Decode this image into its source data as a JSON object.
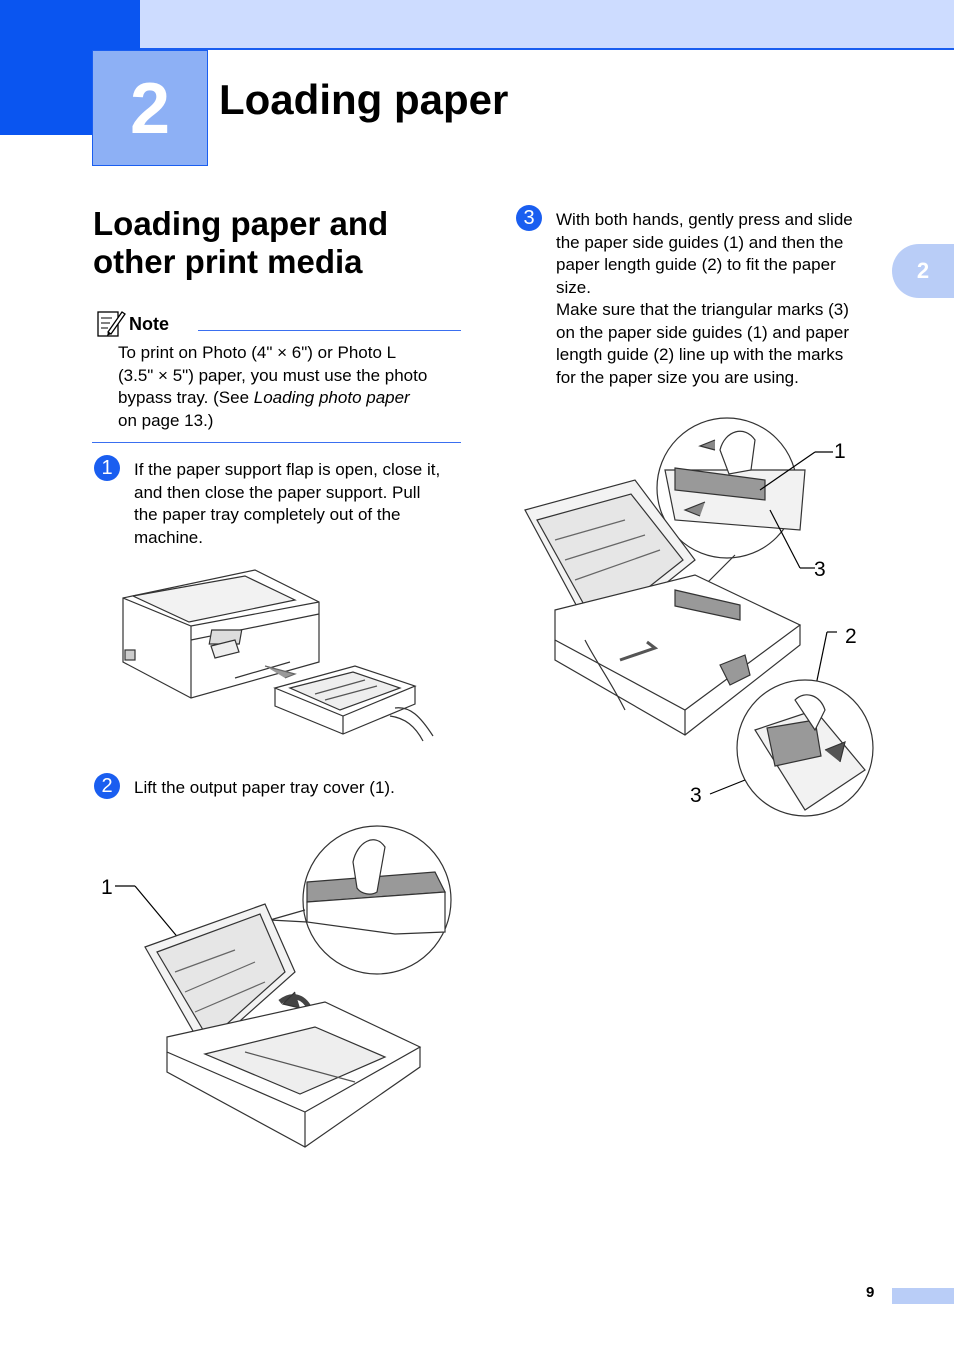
{
  "chapter": {
    "number": "2",
    "title": "Loading paper"
  },
  "side_tab": "2",
  "section": {
    "title": "Loading paper and other print media"
  },
  "note": {
    "label": "Note",
    "line1": "To print on Photo (4\" × 6\") or Photo L",
    "line2": "(3.5\" × 5\") paper, you must use the photo",
    "line3_pre": "bypass tray. (See ",
    "line3_italic": "Loading photo paper",
    "line4": "on page 13.)"
  },
  "steps": [
    {
      "number": "1",
      "lines": [
        "If the paper support flap is open, close it,",
        "and then close the paper support. Pull",
        "the paper tray completely out of the",
        "machine."
      ]
    },
    {
      "number": "2",
      "lines": [
        "Lift the output paper tray cover (1)."
      ]
    },
    {
      "number": "3",
      "lines": [
        "With both hands, gently press and slide",
        "the paper side guides (1) and then the",
        "paper length guide (2) to fit the paper",
        "size.",
        "Make sure that the triangular marks (3)",
        "on the paper side guides (1) and paper",
        "length guide (2) line up with the marks",
        "for the paper size you are using."
      ]
    }
  ],
  "figures": {
    "fig2_callout": "1",
    "fig3_callouts": [
      "1",
      "3",
      "2",
      "3"
    ]
  },
  "page_number": "9",
  "colors": {
    "accent": "#1a5ef0",
    "band": "#cddcff",
    "box": "#8db0f5"
  }
}
